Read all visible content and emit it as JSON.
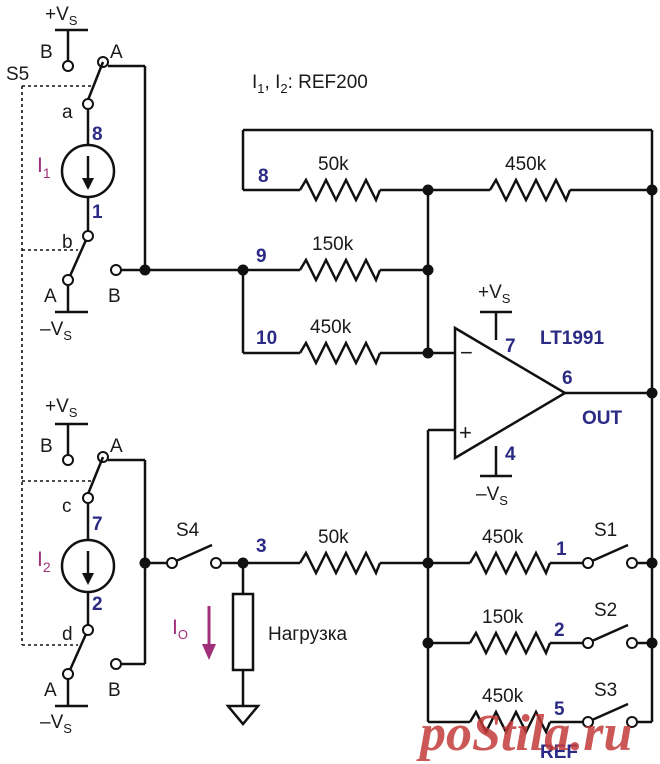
{
  "title_parts": {
    "i1": "I",
    "i1_sub": "1",
    "i2": "I",
    "i2_sub": "2",
    "ref": "REF200"
  },
  "supply": {
    "pos": "+V",
    "neg": "–V",
    "sub": "S"
  },
  "switches": {
    "s5": "S5",
    "s4": "S4",
    "s1": "S1",
    "s2": "S2",
    "s3": "S3",
    "a": "A",
    "b": "B",
    "sa": "a",
    "sb": "b",
    "sc": "c",
    "sd": "d"
  },
  "sources": {
    "i1": "I",
    "i1_sub": "1",
    "i2": "I",
    "i2_sub": "2"
  },
  "pins": {
    "p8a": "8",
    "p1a": "1",
    "p7a": "7",
    "p2a": "2",
    "n8": "8",
    "n9": "9",
    "n10": "10",
    "n3": "3",
    "n1": "1",
    "n2": "2",
    "n5": "5",
    "op7": "7",
    "op6": "6",
    "op4": "4"
  },
  "resistors": {
    "r50k_top": "50k",
    "r450k_top": "450k",
    "r150k": "150k",
    "r450k_mid": "450k",
    "r50k_bot": "50k",
    "r450k_s1": "450k",
    "r150k_s2": "150k",
    "r450k_s3": "450k"
  },
  "opamp": {
    "name": "LT1991",
    "minus": "−",
    "plus": "+",
    "out": "OUT"
  },
  "load": {
    "label": "Нагрузка",
    "io": "I",
    "io_sub": "O"
  },
  "ref_label": "REF",
  "watermark": "poStila.ru",
  "colors": {
    "pin": "#2b2b86",
    "magenta": "#a0307a",
    "watermark": "#c23a3a"
  }
}
